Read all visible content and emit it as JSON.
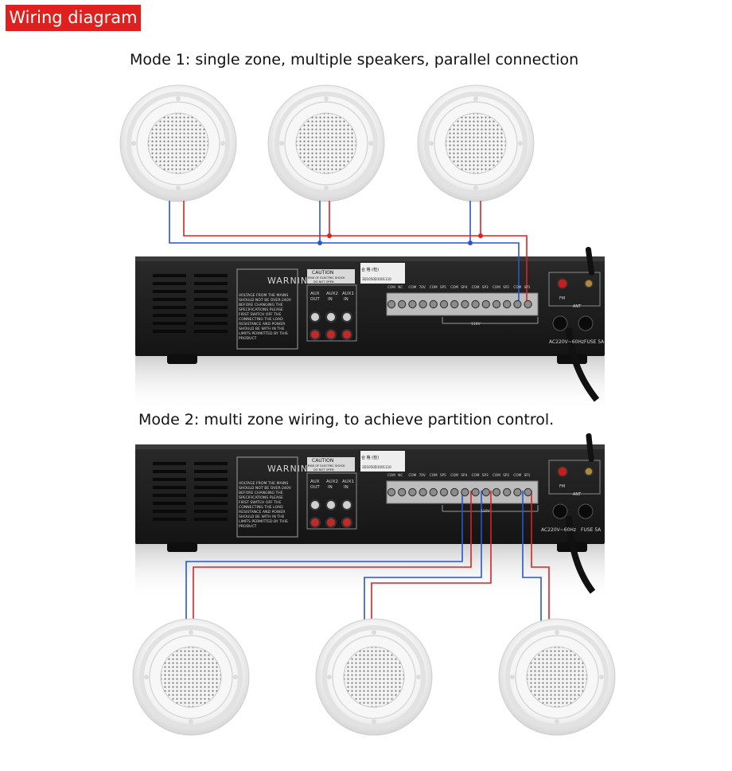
{
  "badge": {
    "label": "Wiring diagram"
  },
  "modes": [
    {
      "title": "Mode 1: single zone, multiple speakers, parallel connection"
    },
    {
      "title": "Mode 2: multi zone wiring, to achieve partition control."
    }
  ],
  "amplifier": {
    "warning_title": "WARNING:",
    "warning_lines": [
      "VOLTAGE FROM THE MAINS",
      "SHOULD NOT BE OVER-240V",
      "BEFORE CHANGING THE",
      "SPECIFICATIONS PLEASE",
      "FIRST SWITCH OFF THE",
      "CONNECTING THE LOAD",
      "RESISTANCE AND POWER",
      "SHOULD BE WITH IN THE",
      "LIMITS PERMITTED BY THIS",
      "PRODUCT"
    ],
    "caution_title": "CAUTION",
    "caution_line1": "RISK OF ELECTRIC SHOCK",
    "caution_line2": "DO NOT OPEN",
    "aux_labels": [
      {
        "top": "AUX",
        "bottom": "OUT"
      },
      {
        "top": "AUX2",
        "bottom": "IN"
      },
      {
        "top": "AUX1",
        "bottom": "IN"
      }
    ],
    "terminal_labels": [
      "COM",
      "NC",
      "COM",
      "70V",
      "COM",
      "SP5",
      "COM",
      "SP4",
      "COM",
      "SP3",
      "COM",
      "SP2",
      "COM",
      "SP1"
    ],
    "bus_label": "110V",
    "right_labels": {
      "fm": "FM",
      "ant": "ANT",
      "power": "AC220V~60Hz",
      "fuse": "FUSE 5A"
    },
    "sticker_line1": "合 格 (检)",
    "sticker_line2": "3D1050D1001110"
  },
  "colors": {
    "wire_red": "#e0201f",
    "wire_blue": "#2757c9",
    "badge": "#e0201f",
    "amp_body": "#1c1c1c"
  }
}
